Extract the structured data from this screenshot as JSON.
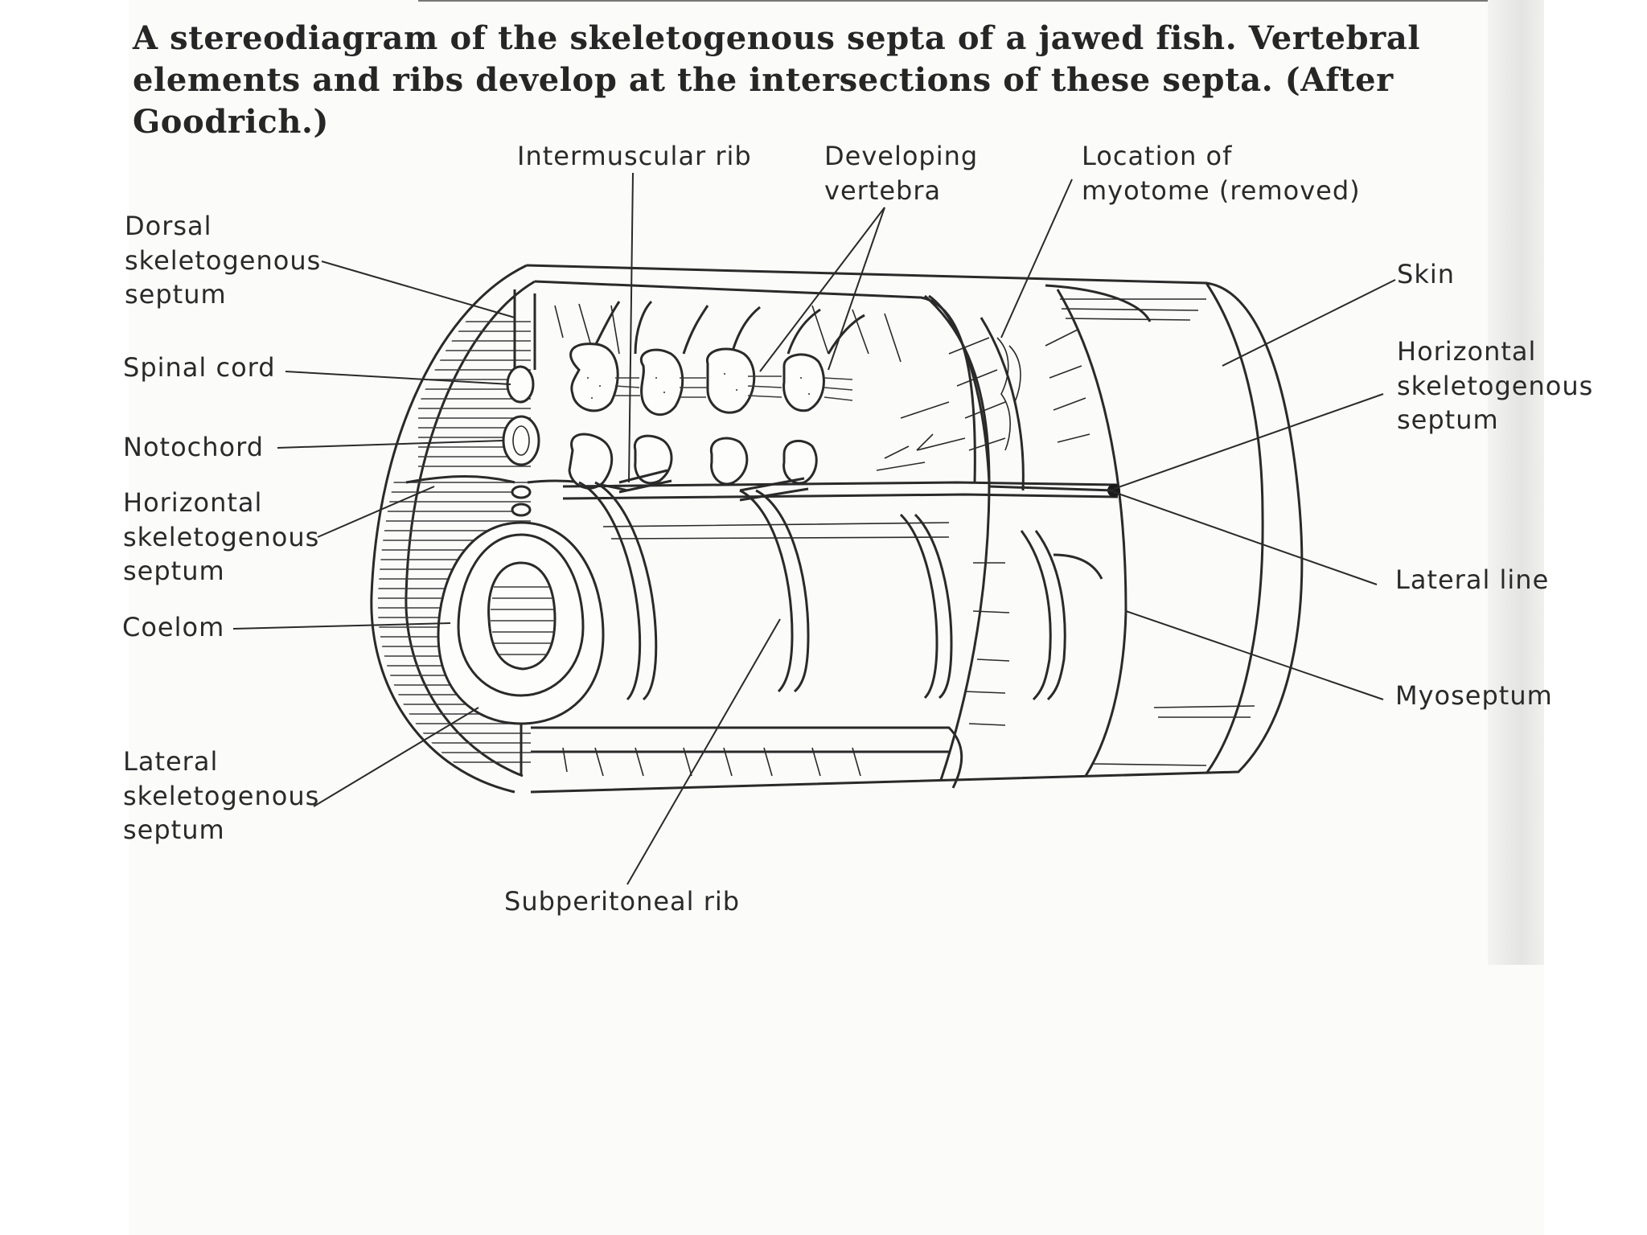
{
  "caption": "A stereodiagram of the skeletogenous septa of a jawed fish. Vertebral elements and ribs develop at the intersections of these septa. (After Goodrich.)",
  "labels": {
    "intermuscular_rib": "Intermuscular rib",
    "developing_vertebra_1": "Developing",
    "developing_vertebra_2": "vertebra",
    "location_myotome_1": "Location of",
    "location_myotome_2": "myotome (removed)",
    "dorsal_septum_1": "Dorsal",
    "dorsal_septum_2": "skeletogenous",
    "dorsal_septum_3": "septum",
    "spinal_cord": "Spinal cord",
    "notochord": "Notochord",
    "horizontal_septum_left_1": "Horizontal",
    "horizontal_septum_left_2": "skeletogenous",
    "horizontal_septum_left_3": "septum",
    "coelom": "Coelom",
    "lateral_septum_1": "Lateral",
    "lateral_septum_2": "skeletogenous",
    "lateral_septum_3": "septum",
    "subperitoneal_rib": "Subperitoneal rib",
    "skin": "Skin",
    "horizontal_septum_right_1": "Horizontal",
    "horizontal_septum_right_2": "skeletogenous",
    "horizontal_septum_right_3": "septum",
    "lateral_line": "Lateral line",
    "myoseptum": "Myoseptum"
  },
  "colors": {
    "ink": "#2a2a2a",
    "paper": "#fbfbfa"
  }
}
